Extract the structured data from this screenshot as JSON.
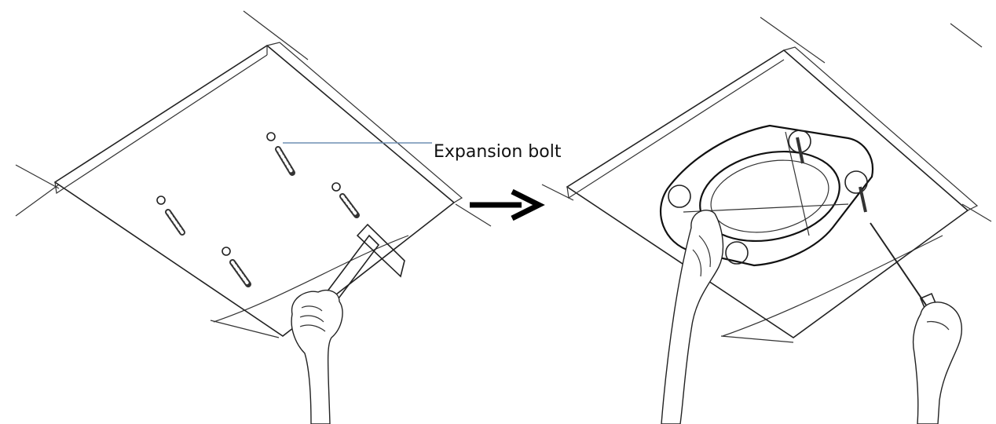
{
  "figure": {
    "callout_label": "Expansion bolt",
    "callout_line_color": "#6e8fb3",
    "ink_color": "#222222",
    "steps": [
      {
        "name": "drill-and-insert-expansion-bolts",
        "tool_icon": "hammer-icon"
      },
      {
        "name": "screw-mounting-bracket-to-ceiling",
        "tool_icon": "screwdriver-icon"
      }
    ],
    "transition_icon": "arrow-right-icon"
  }
}
